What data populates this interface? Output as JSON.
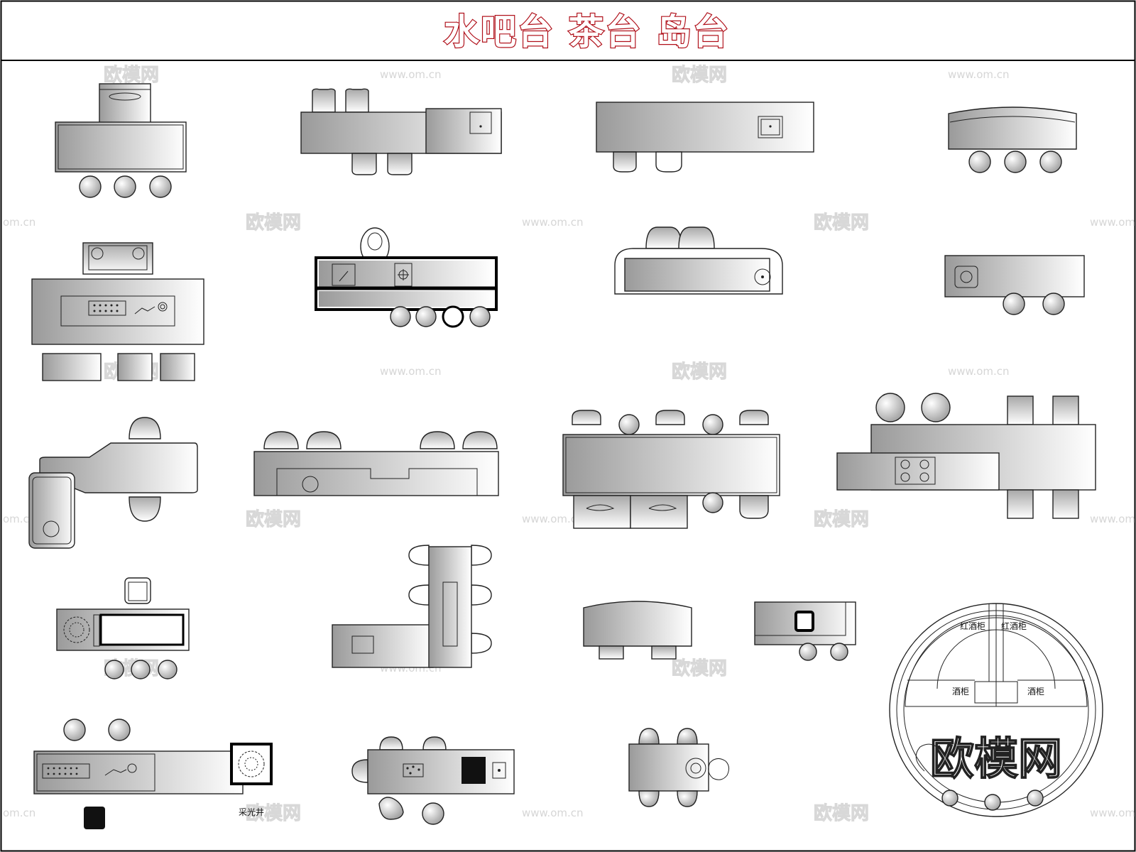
{
  "title": "水吧台 茶台 岛台",
  "watermark": {
    "text": "欧模网",
    "url": "www.om.cn",
    "url_fragment": "om.cn"
  },
  "labels": {
    "skylight": "采光井",
    "red_wine_left": "红酒柜",
    "red_wine_right": "红酒柜",
    "wine_cabinet_left": "酒柜",
    "wine_cabinet_right": "酒柜"
  },
  "colors": {
    "title_stroke": "#b0101a",
    "line": "#222222",
    "gradient_dark": "#9a9a9a",
    "gradient_light": "#ffffff",
    "watermark": "#d8d8d8"
  }
}
